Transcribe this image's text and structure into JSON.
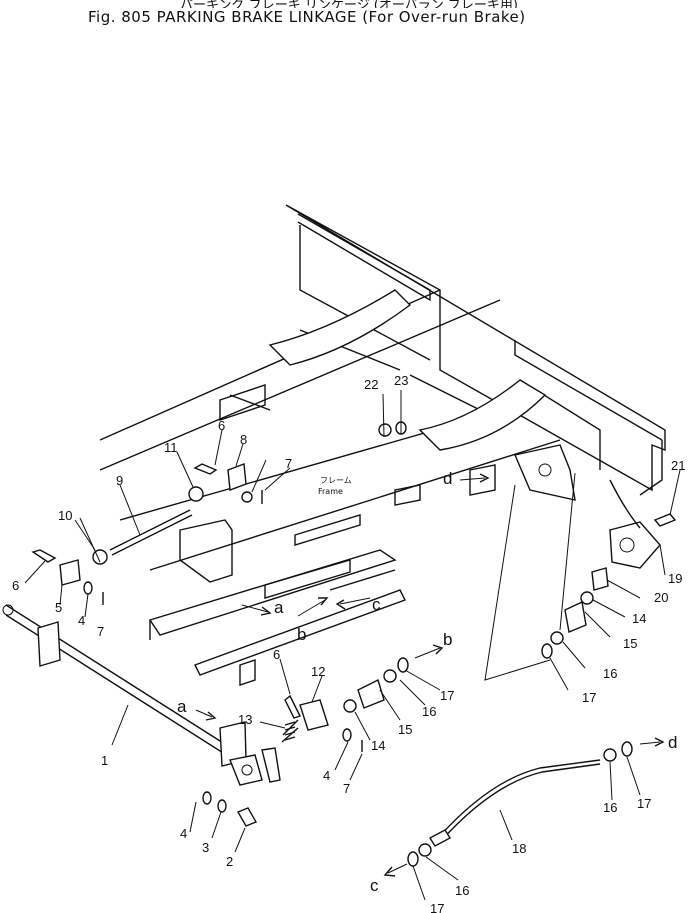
{
  "header": {
    "title_jp": "パーキング ブレーキ リンケージ (オーバラン ブレーキ用)",
    "title": "Fig. 805   PARKING BRAKE LINKAGE  (For Over-run Brake)"
  },
  "frame_label": {
    "jp": "フレーム",
    "en": "Frame"
  },
  "part_numbers": [
    "1",
    "2",
    "3",
    "4",
    "4",
    "4",
    "5",
    "6",
    "6",
    "6",
    "7",
    "7",
    "7",
    "8",
    "9",
    "10",
    "11",
    "12",
    "13",
    "14",
    "14",
    "15",
    "15",
    "16",
    "16",
    "16",
    "16",
    "17",
    "17",
    "17",
    "17",
    "18",
    "19",
    "20",
    "21",
    "22",
    "23"
  ],
  "letters": [
    "a",
    "a",
    "b",
    "b",
    "c",
    "c",
    "d",
    "d"
  ]
}
